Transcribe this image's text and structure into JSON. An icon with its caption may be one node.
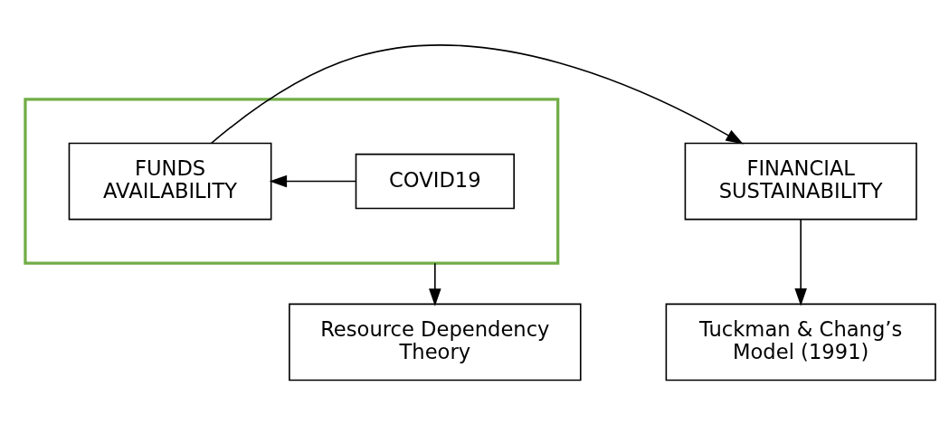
{
  "diagram": {
    "nodes": [
      {
        "text": [],
        "shape": "box"
      },
      {
        "text": [
          "COVID19"
        ],
        "in": 0
      },
      {
        "text": [
          "FUNDS AVAILABILITY"
        ],
        "in": 0
      },
      {
        "text": [
          "FINANCIAL SUSTAINABILITY"
        ]
      },
      {
        "text": [
          "Resource Dependency Theory"
        ]
      },
      {
        "text": [
          "Tuckman & Chang’s Model (1991)"
        ]
      }
    ],
    "edges": [
      {
        "from": 1,
        "to": 2,
        "arrow": "to"
      },
      {
        "from": 2,
        "to": 3,
        "arrow": "to"
      },
      {
        "from": 0,
        "to": 4,
        "arrow": "to"
      },
      {
        "from": 3,
        "to": 5,
        "arrow": "to"
      }
    ]
  }
}
